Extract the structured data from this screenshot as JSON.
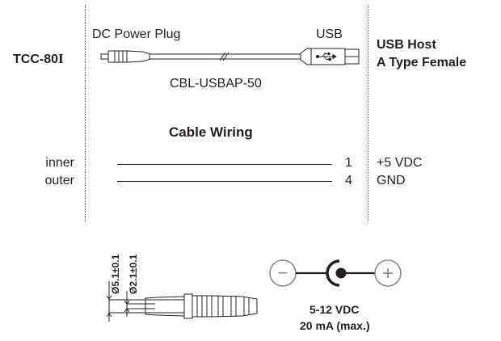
{
  "device": {
    "model": "TCC-80",
    "model_suffix": "I"
  },
  "cable": {
    "left_label": "DC Power Plug",
    "right_label": "USB",
    "part_number": "CBL-USBAP-50"
  },
  "host": {
    "line1": "USB Host",
    "line2": "A Type Female"
  },
  "wiring": {
    "title": "Cable Wiring",
    "rows": [
      {
        "left": "inner",
        "pin": "1",
        "signal": "+5 VDC"
      },
      {
        "left": "outer",
        "pin": "4",
        "signal": "GND"
      }
    ]
  },
  "plug": {
    "dim_outer": "Ø5.1±0.1",
    "dim_inner": "Ø2.1±0.1"
  },
  "polarity": {
    "minus": "−",
    "plus": "+",
    "voltage": "5-12 VDC",
    "current": "20 mA (max.)"
  }
}
